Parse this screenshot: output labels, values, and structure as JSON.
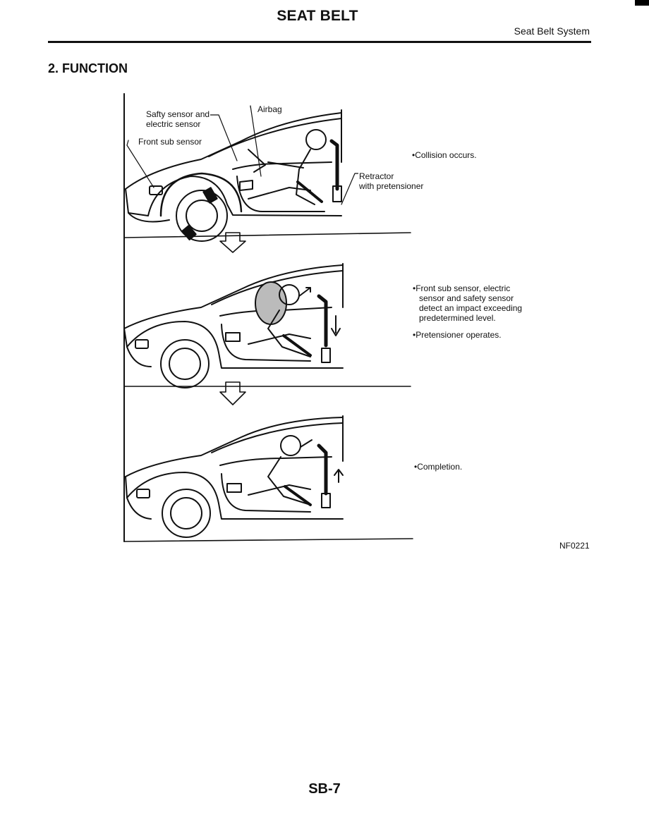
{
  "header": {
    "title": "SEAT BELT",
    "section": "Seat Belt System"
  },
  "heading": "2. FUNCTION",
  "figure": {
    "labels": {
      "safety_sensor_line1": "Safty sensor and",
      "safety_sensor_line2": "electric sensor",
      "front_sub_sensor": "Front sub sensor",
      "airbag": "Airbag",
      "retractor_line1": "Retractor",
      "retractor_line2": "with pretensioner"
    },
    "stages": [
      {
        "notes": [
          "Collision occurs."
        ]
      },
      {
        "notes": [
          "Front sub sensor, electric sensor and safety sensor detect an impact exceeding predetermined level.",
          "Pretensioner operates."
        ]
      },
      {
        "notes": [
          "Completion."
        ]
      }
    ],
    "code": "NF0221"
  },
  "footer": {
    "page_number": "SB-7"
  }
}
